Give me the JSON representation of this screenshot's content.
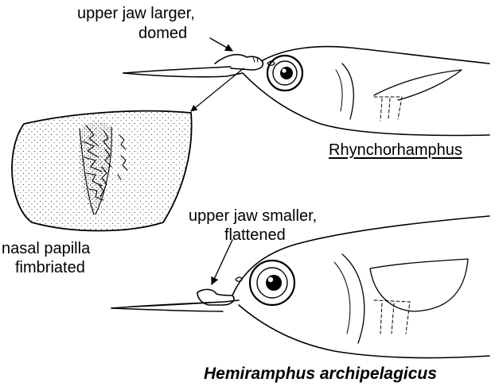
{
  "labels": {
    "top_annotation_line1": "upper jaw larger,",
    "top_annotation_line2": "domed",
    "top_genus": "Rhynchorhamphus",
    "inset_line1": "nasal papilla",
    "inset_line2": "fimbriated",
    "bottom_annotation_line1": "upper jaw smaller,",
    "bottom_annotation_line2": "flattened",
    "bottom_species": "Hemiramphus archipelagicus"
  },
  "icons": {
    "top_fish": "fish-head-icon",
    "bottom_fish": "fish-head-icon",
    "papilla": "nasal-papilla-icon",
    "pointer": "arrow-icon"
  },
  "colors": {
    "ink": "#000000",
    "background": "#ffffff"
  }
}
